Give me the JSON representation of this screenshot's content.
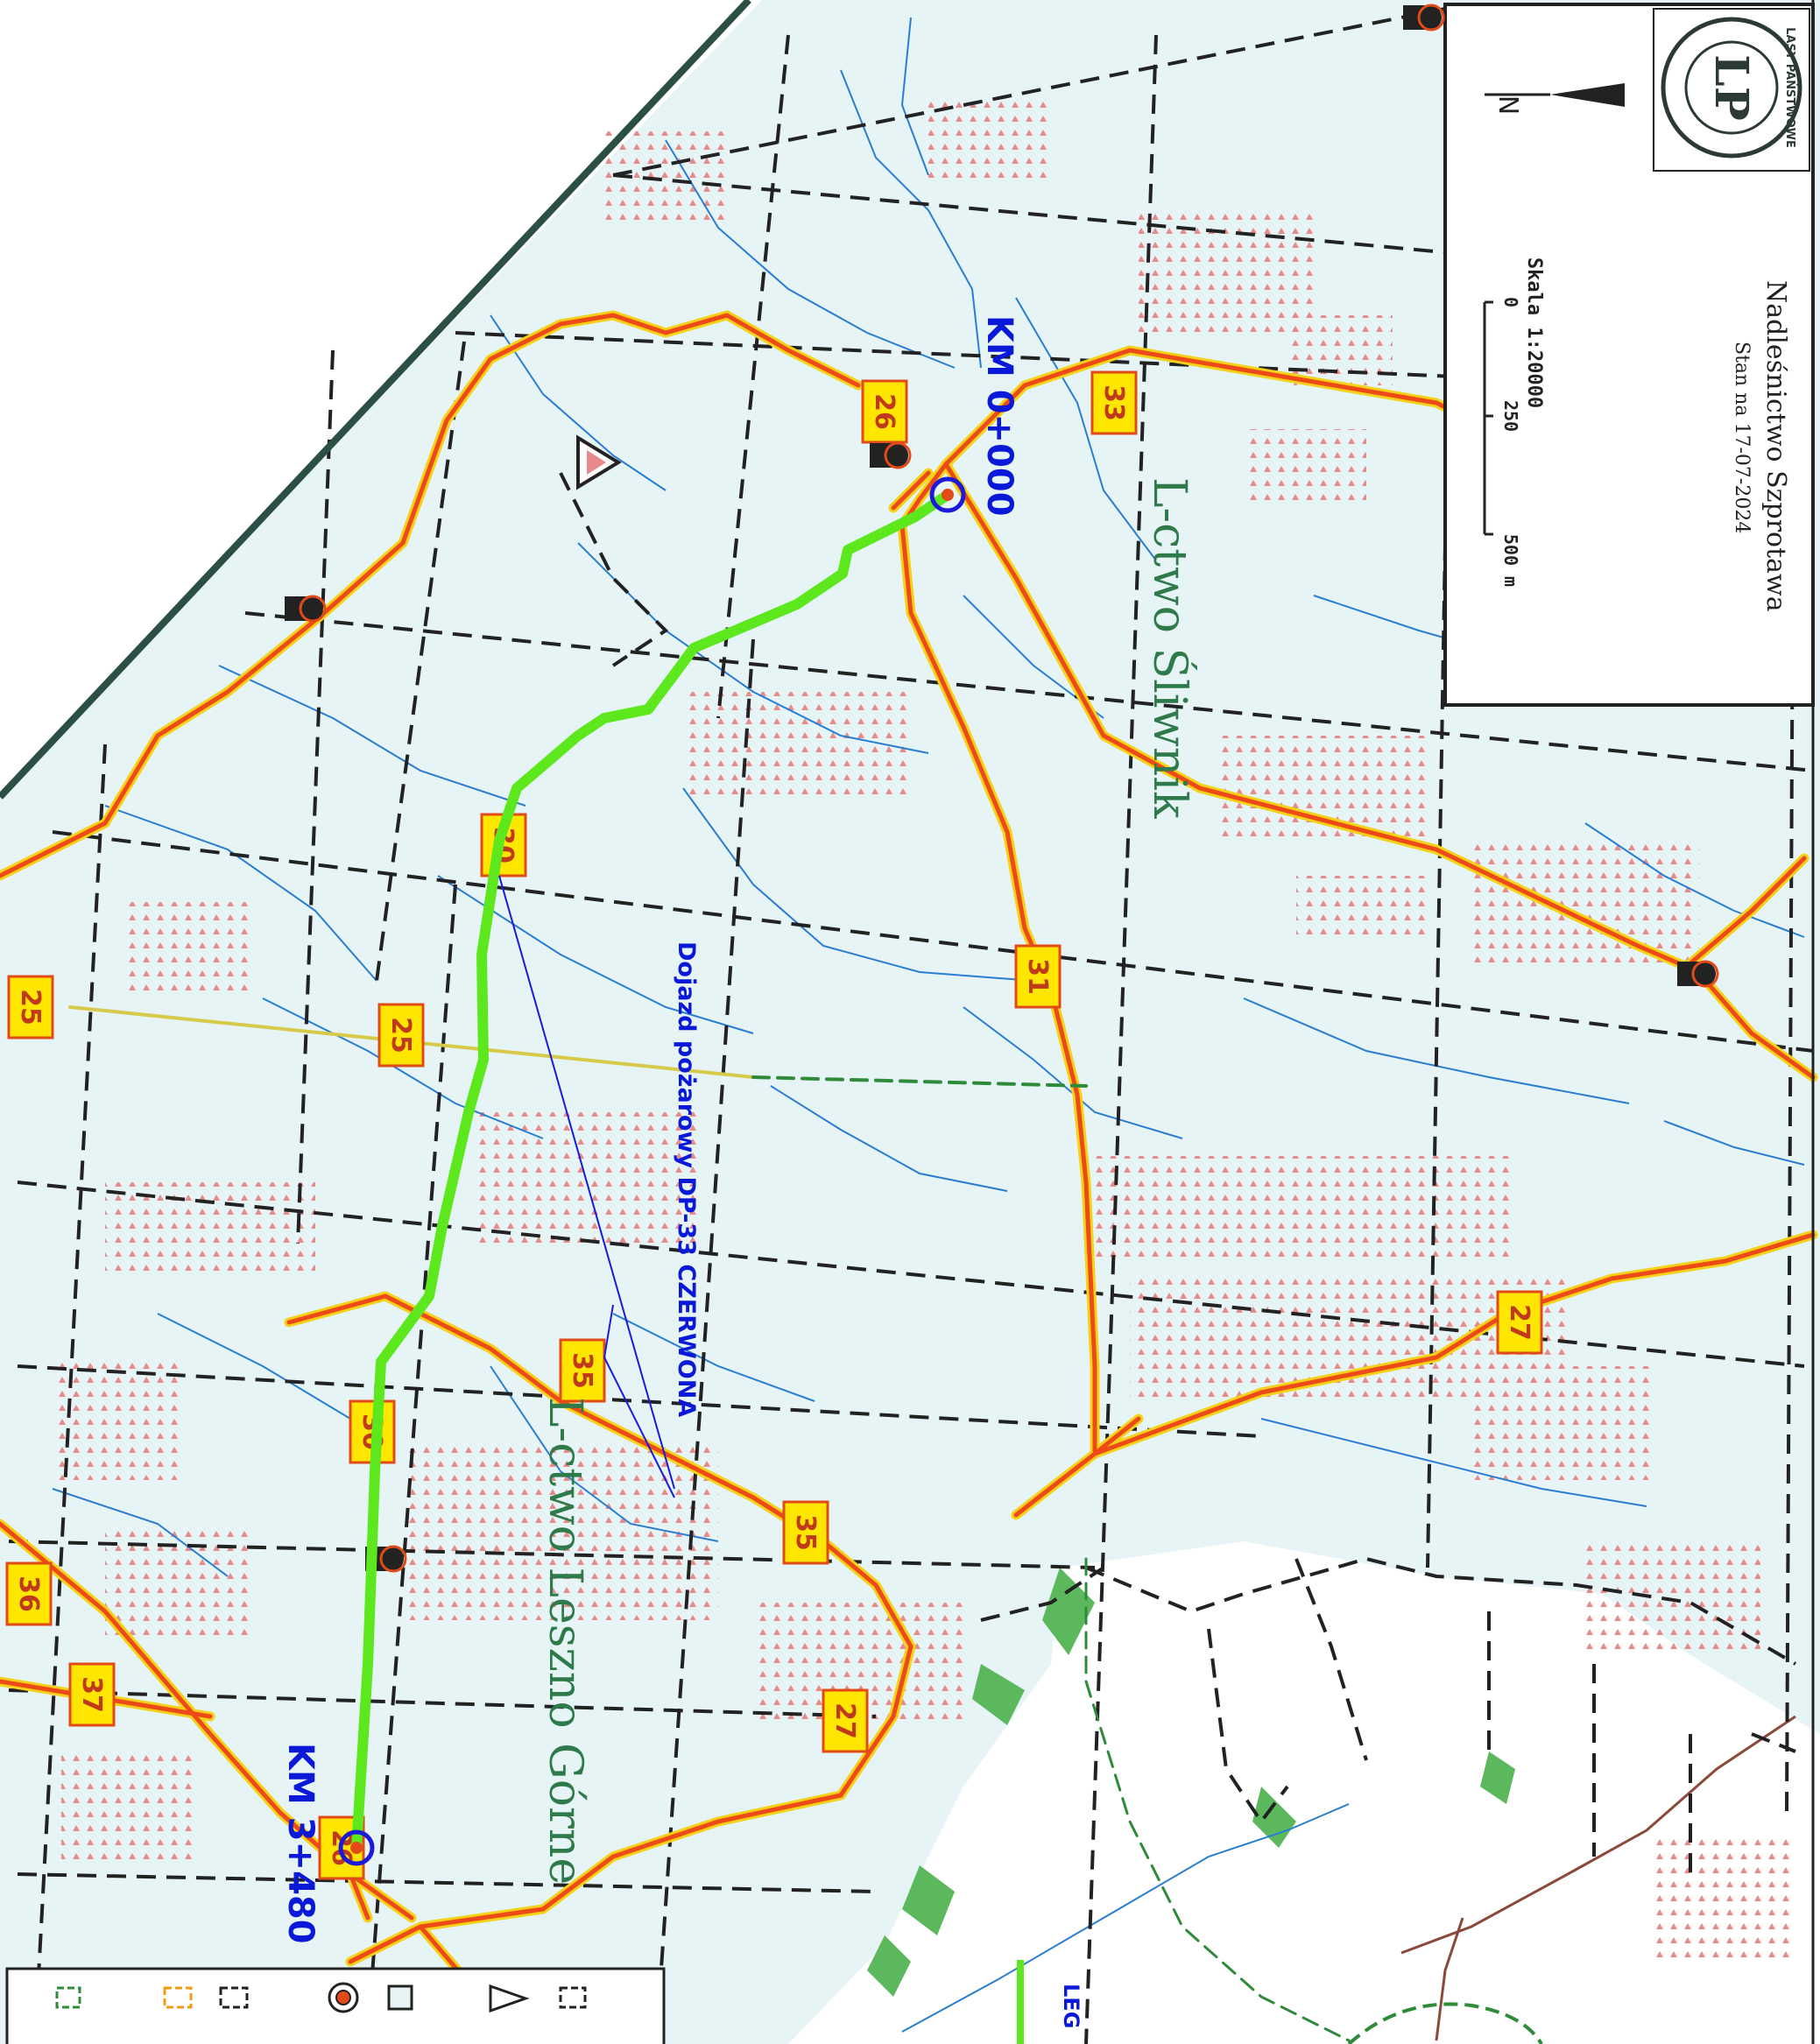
{
  "header": {
    "district": "Nadleśnictwo Szprotawa",
    "date": "Stan na 17-07-2024",
    "scale_label": "Skala 1:20000",
    "scale_ticks": [
      "0",
      "250",
      "500 m"
    ],
    "north_label": "N",
    "logo_text": "LASY PAŃSTWOWE",
    "logo_letters": "LP"
  },
  "forestries": [
    "L-ctwo Śliwnik",
    "L-ctwo Leszno Górne"
  ],
  "route": {
    "name": "Dojazd pożarowy DP-33 CZERWONA",
    "start": "KM 0+000",
    "end": "KM 3+480",
    "color": "#5ce81c"
  },
  "road_numbers": [
    "26",
    "33",
    "31",
    "25",
    "25",
    "35",
    "35",
    "27",
    "27",
    "36",
    "37",
    "30",
    "30",
    "26"
  ],
  "legend": {
    "title": "LEG",
    "symbols": [
      "dashed-box-icon",
      "triangle-icon",
      "square-icon",
      "target-icon",
      "dashed-box-icon",
      "orange-dashed-box-icon",
      "green-dashed-box-icon"
    ]
  },
  "colors": {
    "forest": "#e6f4f6",
    "road": "#ee4a17",
    "road_edge": "#f5d21a",
    "water": "#2a7dd0",
    "compartment": "#222222",
    "route": "#5ce81c",
    "label_blue": "#0a18d8",
    "forestry_green": "#2f7a4a",
    "badge": "#ffe600"
  }
}
